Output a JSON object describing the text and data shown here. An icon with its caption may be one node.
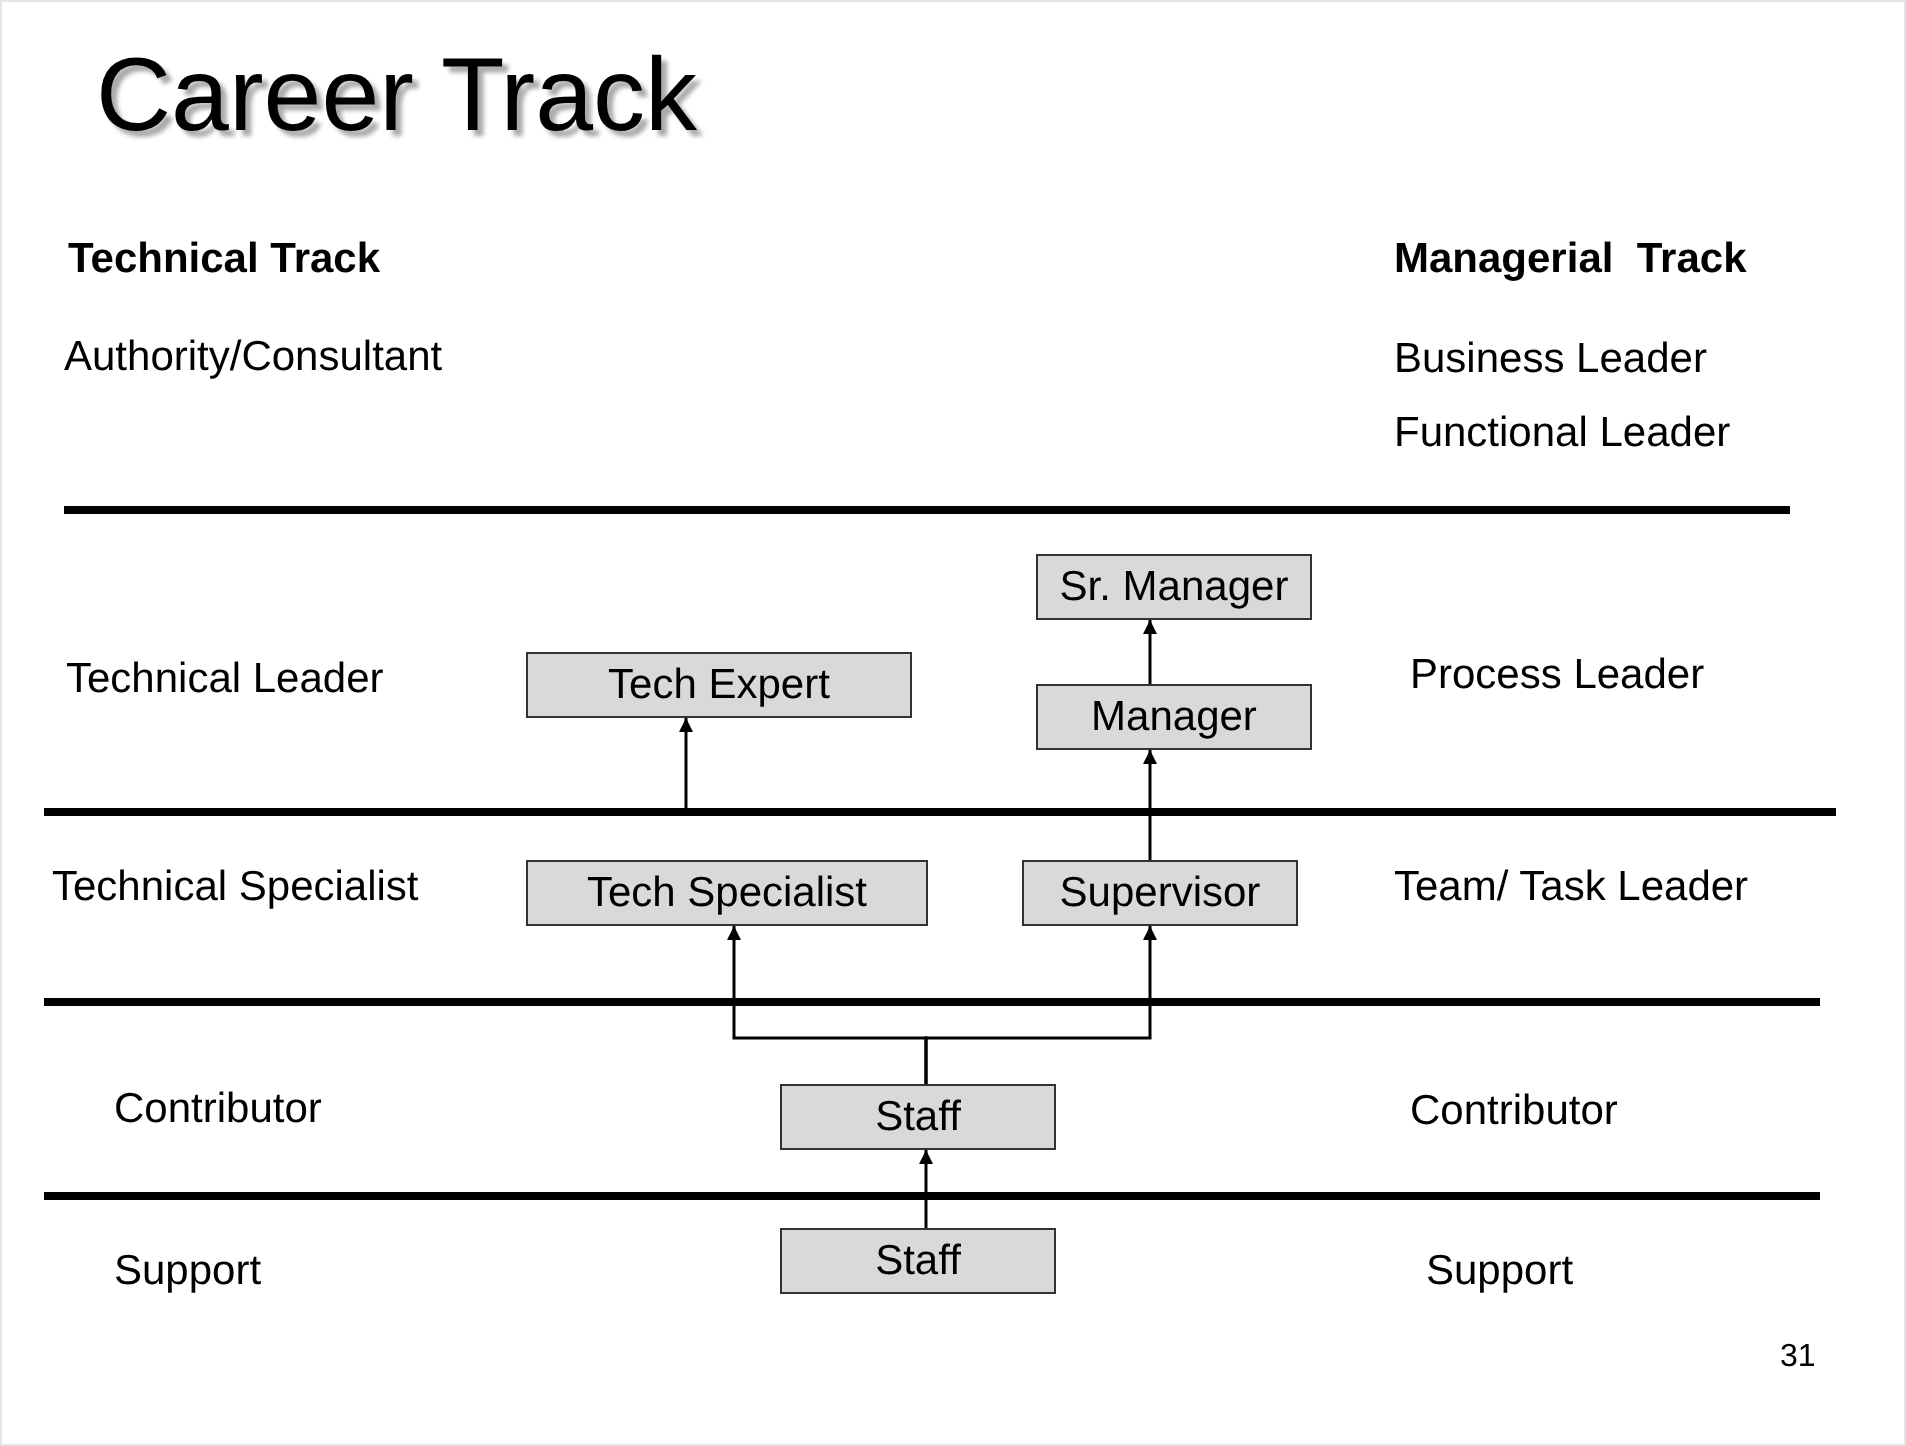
{
  "diagram": {
    "title": "Career Track",
    "nodes": [
      {
        "text": [
          "Sr. Manager"
        ]
      },
      {
        "text": [
          "Tech Expert"
        ]
      },
      {
        "text": [
          "Manager"
        ]
      },
      {
        "text": [
          "Tech Specialist"
        ]
      },
      {
        "text": [
          "Supervisor"
        ]
      },
      {
        "text": [
          "Staff"
        ]
      },
      {
        "text": [
          "Staff"
        ]
      }
    ],
    "edges": [
      {
        "from": 2,
        "to": 0,
        "arrow": "to"
      },
      {
        "from": null,
        "to": 1,
        "arrow": "to"
      },
      {
        "from": 4,
        "to": 2,
        "arrow": "to"
      },
      {
        "from": 5,
        "to": 3,
        "arrow": "to"
      },
      {
        "from": 5,
        "to": 4,
        "arrow": "to"
      },
      {
        "from": 6,
        "to": 5,
        "arrow": "to"
      }
    ],
    "labels": [
      "Technical Track",
      "Managerial  Track",
      "Authority/Consultant",
      "Business Leader",
      "Functional Leader",
      "Technical Leader",
      "Process Leader",
      "Technical Specialist",
      "Team/ Task Leader",
      "Contributor",
      "Contributor",
      "Support",
      "Support",
      "31"
    ]
  }
}
